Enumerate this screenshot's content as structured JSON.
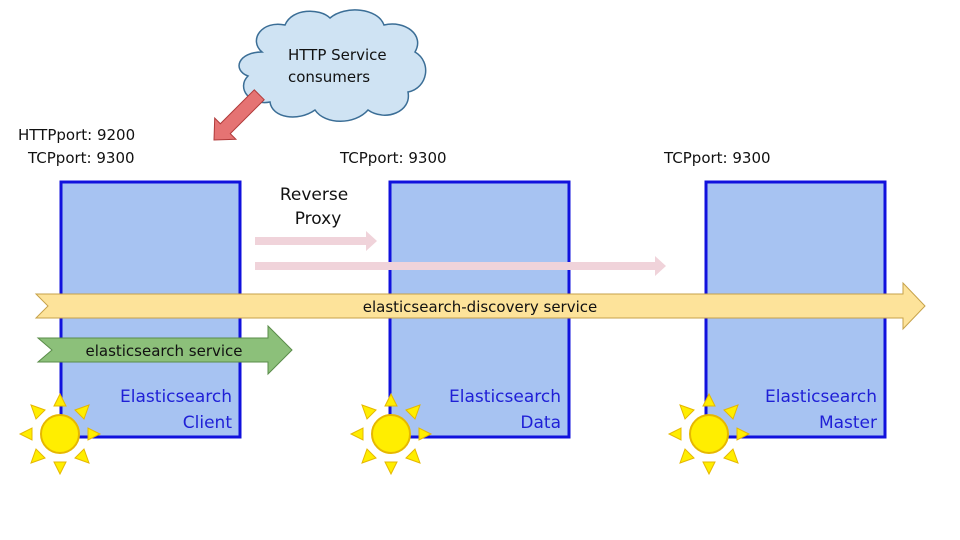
{
  "cloud": {
    "line1": "HTTP Service",
    "line2": "consumers"
  },
  "ports": {
    "client_http": "HTTPport: 9200",
    "client_tcp": "TCPport: 9300",
    "data_tcp": "TCPport: 9300",
    "master_tcp": "TCPport: 9300"
  },
  "proxy": {
    "line1": "Reverse",
    "line2": "Proxy"
  },
  "nodes": [
    {
      "line1": "Elasticsearch",
      "line2": "Client"
    },
    {
      "line1": "Elasticsearch",
      "line2": "Data"
    },
    {
      "line1": "Elasticsearch",
      "line2": "Master"
    }
  ],
  "services": {
    "discovery": "elasticsearch-discovery service",
    "client": "elasticsearch service"
  },
  "colors": {
    "node_fill": "#a7c3f2",
    "node_border": "#1111dd",
    "node_text": "#1f1fd6",
    "cloud_fill": "#cfe3f3",
    "cloud_border": "#3b6e96",
    "discovery_fill": "#fde39a",
    "discovery_border": "#c6a24a",
    "service_fill": "#8cc07a",
    "service_border": "#5a8c4a",
    "proxy_arrow": "#f0d3da",
    "consumer_arrow": "#e57373",
    "sun_fill": "#ffee00",
    "sun_border": "#e6b800"
  }
}
